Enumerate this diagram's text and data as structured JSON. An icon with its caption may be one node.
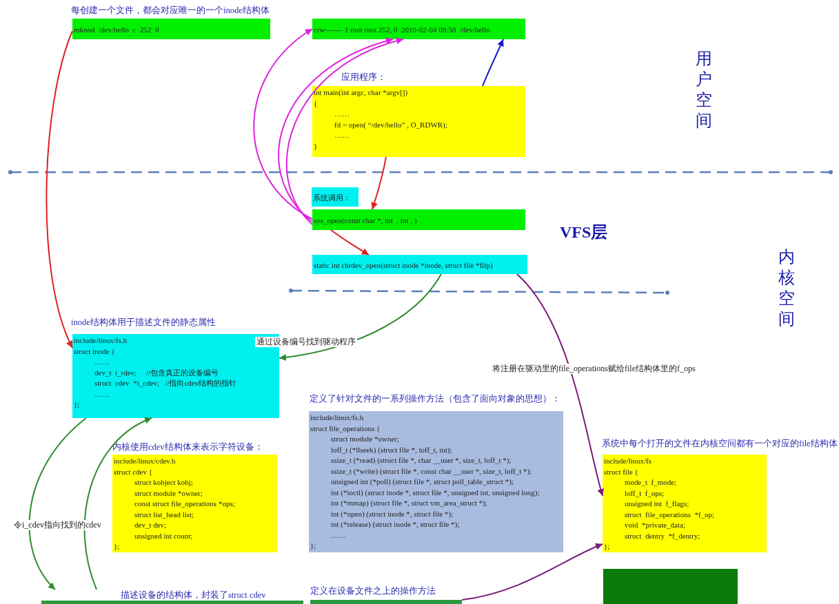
{
  "diagram": {
    "nodes": [
      {
        "text": [
          "每创建一个文件，都会对应唯一的一个inode结构体",
          "mknod  /dev/hello  c  252  0"
        ]
      },
      {
        "text": [
          "crw------- 1 root root 252, 0  2010-02-04 08:50  /dev/hello"
        ]
      },
      {
        "text": [
          "应用程序：",
          "int main(int argc, char *argv[])",
          "{",
          "……",
          "fd = open( “/dev/hello” , O_RDWR);",
          "……",
          "}"
        ]
      },
      {
        "text": [
          "系统调用："
        ]
      },
      {
        "text": [
          "sys_open(const char *, int  , int , )"
        ]
      },
      {
        "text": [
          "static int chrdev_open(struct inode *inode, struct file *filp)"
        ]
      },
      {
        "text": [
          "inode结构体用于描述文件的静态属性",
          "include/linux/fs.h",
          "struct inode {",
          "……",
          "dev_t  i_rdev;     //包含真正的设备编号",
          "struct  cdev  *i_cdev;   //指向cdev结构的指针",
          "……",
          "};"
        ]
      },
      {
        "text": [
          "内核使用cdev结构体来表示字符设备：",
          "include/linux/cdev.h",
          "struct cdev {",
          "struct kobject kobj;",
          "struct module *owner;",
          "const struct file_operations *ops;",
          "struct list_head list;",
          "dev_t dev;",
          "unsigned int count;",
          "};"
        ]
      },
      {
        "text": [
          "定义了针对文件的一系列操作方法（包含了面向对象的思想）：",
          "include/linux/fs.h",
          "struct file_operations {",
          "struct module *owner;",
          "loff_t (*llseek) (struct file *, loff_t, int);",
          "ssize_t (*read) (struct file *, char __user *, size_t, loff_t *);",
          "ssize_t (*write) (struct file *, const char __user *, size_t, loff_t *);",
          "unsigned int (*poll) (struct file *, struct poll_table_struct *);",
          "int (*ioctl) (struct inode *, struct file *, unsigned int, unsigned long);",
          "int (*mmap) (struct file *, struct vm_area_struct *);",
          "int (*open) (struct inode *, struct file *);",
          "int (*release) (struct inode *, struct file *);",
          "……",
          "};"
        ]
      },
      {
        "text": [
          "系统中每个打开的文件在内核空间都有一个对应的file结构体",
          "include/linux/fs",
          "struct file {",
          "mode_t  f_mode;",
          "loff_t  f_ops;",
          "unsigned int  f_flags;",
          "struct  file_operations  *f_op;",
          "void  *private_data;",
          "struct  dentry  *f_dentry;",
          "};"
        ]
      },
      {
        "text": [],
        "shape": "box"
      },
      {
        "text": [
          "定义在设备文件之上的操作方法"
        ]
      },
      {
        "text": [
          "描述设备的结构体，封装了struct cdev"
        ]
      }
    ],
    "edges": [
      {
        "from": 0,
        "to": 6,
        "arrow": "to",
        "color": "#e02020"
      },
      {
        "from": 4,
        "to": 1,
        "arrow": "to",
        "color": "#e020e0"
      },
      {
        "from": 4,
        "to": 1,
        "arrow": "to",
        "color": "#e020e0"
      },
      {
        "from": 4,
        "to": 1,
        "arrow": "to",
        "color": "#e020e0"
      },
      {
        "from": 2,
        "to": 1,
        "arrow": "to",
        "color": "#1a1ad0"
      },
      {
        "from": 2,
        "to": 4,
        "arrow": "to",
        "color": "#e02020"
      },
      {
        "from": 4,
        "to": 5,
        "arrow": "to",
        "color": "#e02020"
      },
      {
        "from": 5,
        "to": 6,
        "arrow": "to",
        "color": "#2e8b2e",
        "label": "通过设备编号找到驱动程序"
      },
      {
        "from": 5,
        "to": 9,
        "arrow": "to",
        "color": "#7a1a7a",
        "label": "将注册在驱动里的file_operations赋给file结构体里的f_ops"
      },
      {
        "from": 6,
        "to": 12,
        "arrow": "to",
        "color": "#2e8b2e"
      },
      {
        "from": 12,
        "to": 6,
        "arrow": "to",
        "color": "#2e8b2e",
        "label": "令i_cdev指向找到的cdev"
      },
      {
        "from": 11,
        "to": 9,
        "arrow": "to",
        "color": "#7a1a7a"
      }
    ],
    "labels": [
      "用户空间",
      "VFS层",
      "内核空间"
    ]
  }
}
